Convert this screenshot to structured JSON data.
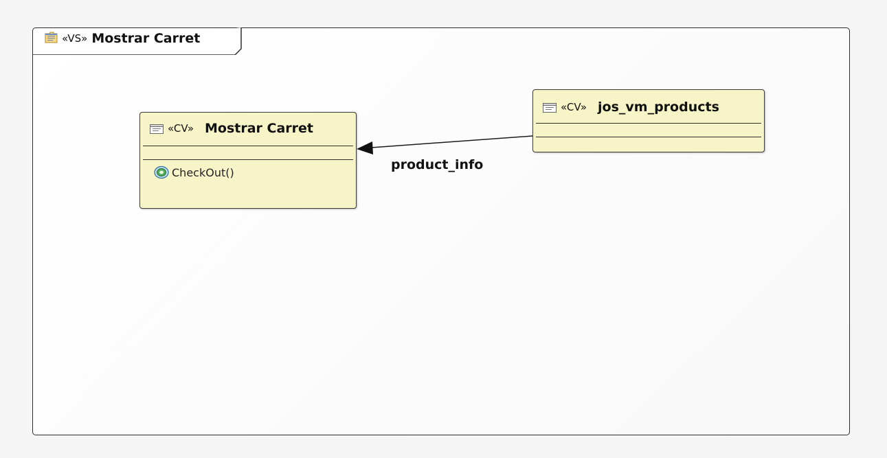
{
  "frame": {
    "stereotype": "«VS»",
    "name": "Mostrar Carret"
  },
  "classes": {
    "mostrar_carret": {
      "stereotype": "«CV»",
      "name": "Mostrar Carret",
      "operations": [
        "CheckOut()"
      ]
    },
    "jos_vm_products": {
      "stereotype": "«CV»",
      "name": "jos_vm_products",
      "operations": []
    }
  },
  "association": {
    "label": "product_info"
  },
  "colors": {
    "class_fill": "#f7f4c8",
    "border": "#2b2b2b",
    "canvas": "#f5f5f5"
  }
}
